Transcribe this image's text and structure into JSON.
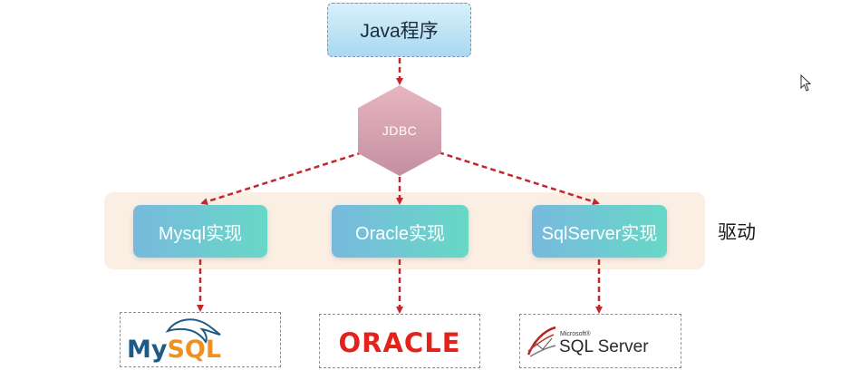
{
  "nodes": {
    "java": "Java程序",
    "jdbc": "JDBC",
    "impl_mysql": "Mysql实现",
    "impl_oracle": "Oracle实现",
    "impl_sqlserver": "SqlServer实现",
    "driver_label": "驱动"
  },
  "logos": {
    "mysql_my": "My",
    "mysql_sql": "SQL",
    "oracle": "ORACLE",
    "sqlserver_small": "Microsoft®",
    "sqlserver": "SQL Server"
  },
  "colors": {
    "arrow": "#c1272d",
    "java_box": "#bfe6f7",
    "hexagon": "#d6a1b0",
    "band": "#fbeee2",
    "impl_from": "#78b9de",
    "impl_to": "#67d8c6"
  }
}
